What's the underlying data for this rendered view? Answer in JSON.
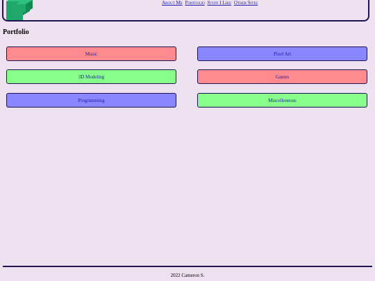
{
  "nav": {
    "items": [
      "About Me",
      "Portfolio",
      "Stuff I Like",
      "Other Sites"
    ]
  },
  "page_title": "Portfolio",
  "tiles": [
    {
      "label": "Music",
      "color": "#ff8a8f"
    },
    {
      "label": "Pixel Art",
      "color": "#8a86ff"
    },
    {
      "label": "3D Modeling",
      "color": "#88ff8a"
    },
    {
      "label": "Games",
      "color": "#ff8a8f"
    },
    {
      "label": "Programming",
      "color": "#8a86ff"
    },
    {
      "label": "Miscelleneous",
      "color": "#88ff8a"
    }
  ],
  "footer": {
    "text": "2022 Cameron S."
  },
  "colors": {
    "background": "#eee2f0",
    "border": "#1a1350",
    "link": "#1a1aa6",
    "logo": "#1fa86a"
  }
}
